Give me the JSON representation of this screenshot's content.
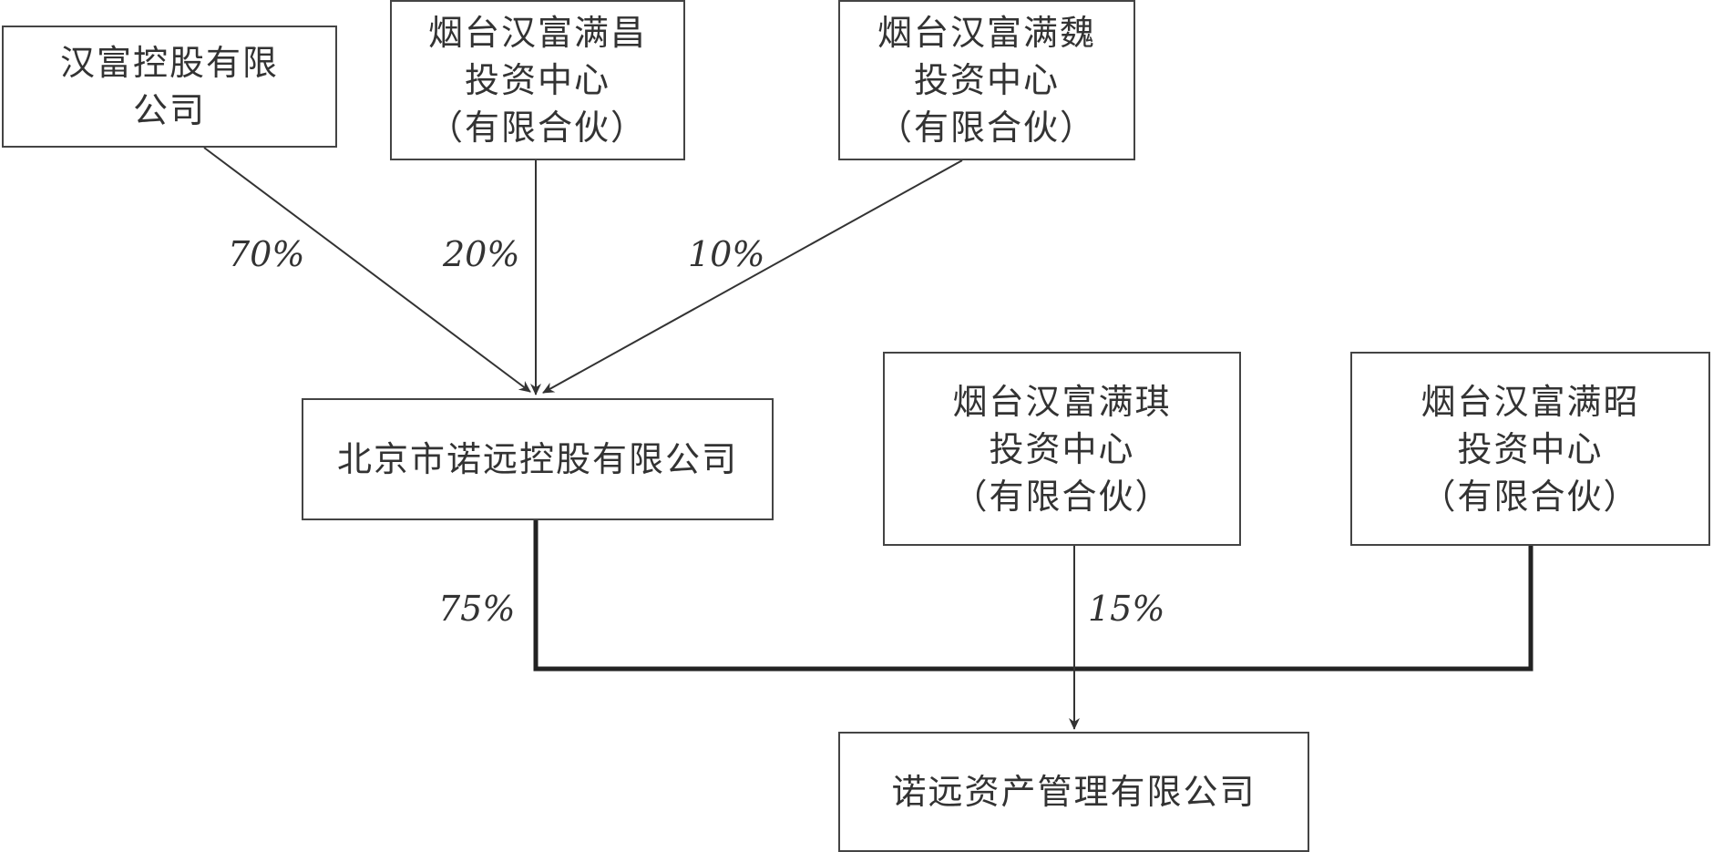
{
  "nodes": {
    "hanfu_holdings": [
      "汉富控股有限",
      "公司"
    ],
    "yantai_chang": [
      "烟台汉富满昌",
      "投资中心",
      "（有限合伙）"
    ],
    "yantai_wei": [
      "烟台汉富满魏",
      "投资中心",
      "（有限合伙）"
    ],
    "beijing_nuoyuan": [
      "北京市诺远控股有限公司"
    ],
    "yantai_qi": [
      "烟台汉富满琪",
      "投资中心",
      "（有限合伙）"
    ],
    "yantai_zhao": [
      "烟台汉富满昭",
      "投资中心",
      "（有限合伙）"
    ],
    "nuoyuan_asset": [
      "诺远资产管理有限公司"
    ]
  },
  "edges": {
    "hanfu_to_beijing": "70%",
    "chang_to_beijing": "20%",
    "wei_to_beijing": "10%",
    "beijing_to_asset": "75%",
    "qi_to_asset": "15%"
  }
}
